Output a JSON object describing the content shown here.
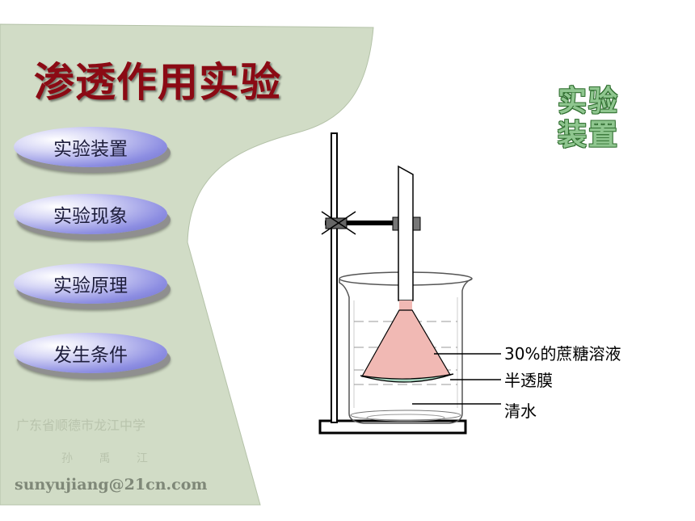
{
  "title": "渗透作用实验",
  "nav": [
    {
      "label": "实验装置"
    },
    {
      "label": "实验现象"
    },
    {
      "label": "实验原理"
    },
    {
      "label": "发生条件"
    }
  ],
  "credits": {
    "school": "广东省顺德市龙江中学",
    "author": "孙 禹 江",
    "email": "sunyujiang@21cn.com"
  },
  "section_label": "实验装置",
  "diagram": {
    "labels": {
      "sucrose_solution": "30%的蔗糖溶液",
      "membrane": "半透膜",
      "water": "清水"
    }
  },
  "colors": {
    "sidebar": "#d1dcc6",
    "title": "#8b0a14",
    "solution": "#f1b9b4",
    "membrane": "#a6d6c0"
  }
}
